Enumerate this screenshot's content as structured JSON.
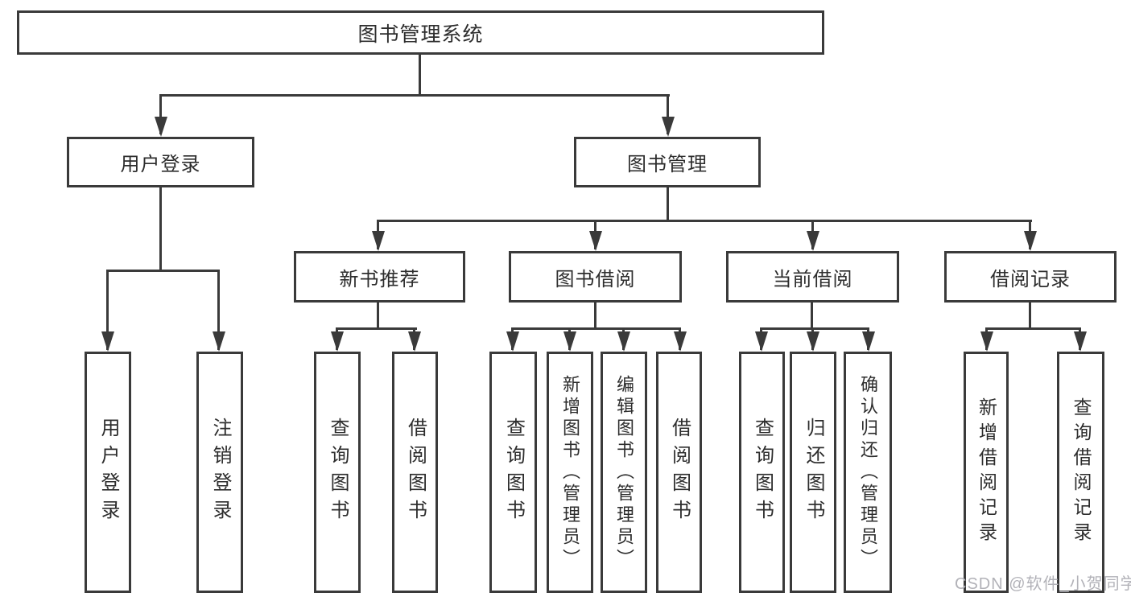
{
  "diagram": {
    "title": "图书管理系统",
    "nodes": {
      "root": {
        "label": "图书管理系统"
      },
      "user_login": {
        "label": "用户登录"
      },
      "book_mgmt": {
        "label": "图书管理"
      },
      "new_book_rec": {
        "label": "新书推荐"
      },
      "book_borrow": {
        "label": "图书借阅"
      },
      "current_borrow": {
        "label": "当前借阅"
      },
      "borrow_records": {
        "label": "借阅记录"
      },
      "leaf_user_login": {
        "label": "用户登录"
      },
      "leaf_logout": {
        "label": "注销登录"
      },
      "leaf_query_book_rec": {
        "label": "查询图书"
      },
      "leaf_borrow_book_rec": {
        "label": "借阅图书"
      },
      "leaf_query_book_borrow": {
        "label": "查询图书"
      },
      "leaf_add_book": {
        "label": "新增图书（管理员）"
      },
      "leaf_edit_book": {
        "label": "编辑图书（管理员）"
      },
      "leaf_borrow_book_borrow": {
        "label": "借阅图书"
      },
      "leaf_query_book_current": {
        "label": "查询图书"
      },
      "leaf_return_book": {
        "label": "归还图书"
      },
      "leaf_confirm_return": {
        "label": "确认归还（管理员）"
      },
      "leaf_add_borrow_record": {
        "label": "新增借阅记录"
      },
      "leaf_query_borrow_record": {
        "label": "查询借阅记录"
      }
    },
    "watermark": {
      "text": "CSDN @软件_小贺同学"
    },
    "colors": {
      "line": "#3a3a3a",
      "border": "#3a3a3a",
      "text": "#2d2d2d",
      "watermark": "#b2b2b8",
      "background": "#ffffff"
    }
  }
}
